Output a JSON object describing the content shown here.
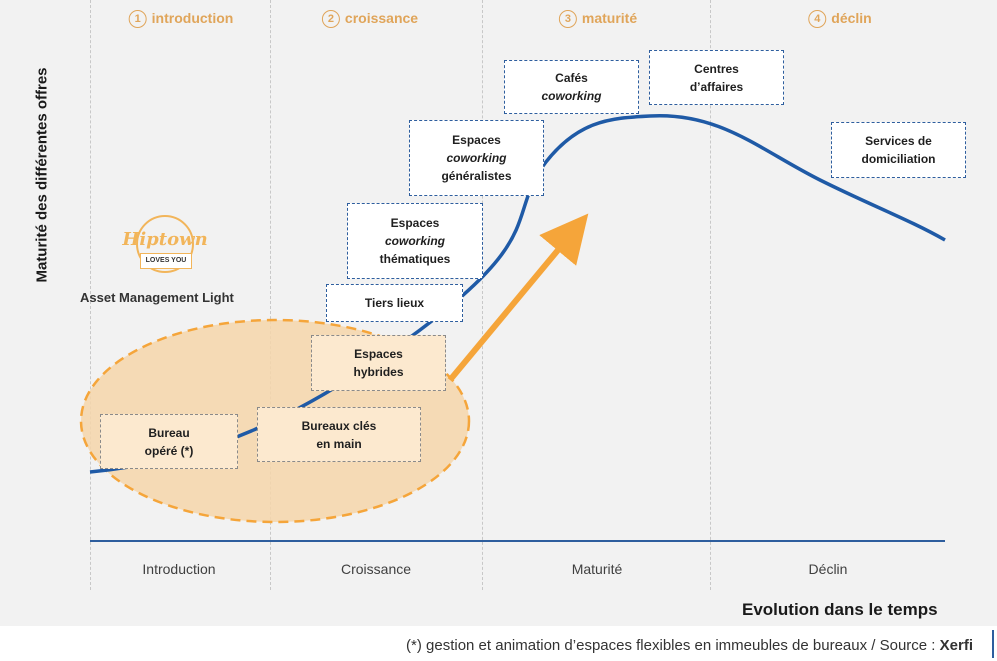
{
  "phases_top": [
    {
      "num": "1",
      "label": "introduction"
    },
    {
      "num": "2",
      "label": "croissance"
    },
    {
      "num": "3",
      "label": "maturité"
    },
    {
      "num": "4",
      "label": "déclin"
    }
  ],
  "phases_bottom": [
    "Introduction",
    "Croissance",
    "Maturité",
    "Déclin"
  ],
  "axes": {
    "y_title": "Maturité des différentes offres",
    "x_title": "Evolution dans le temps"
  },
  "offers": [
    {
      "line1": "Bureau",
      "line2": "opéré (*)",
      "line3": ""
    },
    {
      "line1": "Bureaux clés",
      "line2": "en main",
      "line3": ""
    },
    {
      "line1": "Espaces",
      "line2": "hybrides",
      "line3": ""
    },
    {
      "line1": "Tiers lieux",
      "line2": "",
      "line3": ""
    },
    {
      "line1": "Espaces",
      "line2": "coworking",
      "line3": "thématiques"
    },
    {
      "line1": "Espaces",
      "line2": "coworking",
      "line3": "généralistes"
    },
    {
      "line1": "Cafés",
      "line2": "coworking",
      "line3": ""
    },
    {
      "line1": "Centres",
      "line2": "d’affaires",
      "line3": ""
    },
    {
      "line1": "Services de",
      "line2": "domiciliation",
      "line3": ""
    }
  ],
  "logo": {
    "word": "Hiptown",
    "tag": "LOVES YOU",
    "caption": "Asset Management Light"
  },
  "footnote": {
    "text": "(*) gestion et animation d’espaces flexibles en immeubles de bureaux / Source : ",
    "source": "Xerfi"
  },
  "colors": {
    "curve": "#1f5aa6",
    "accent_orange": "#f5a53a",
    "highlight_fill": "#f6d6aa",
    "box_border": "#2e5e9e",
    "phase_heading": "#e0a55a"
  }
}
